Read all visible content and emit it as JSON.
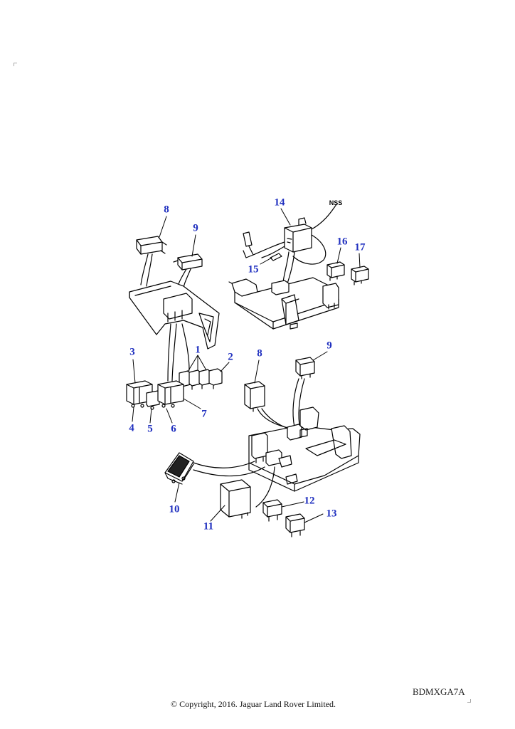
{
  "callouts": [
    "8",
    "9",
    "14",
    "NSS",
    "16",
    "17",
    "15",
    "3",
    "1",
    "2",
    "8",
    "9",
    "4",
    "5",
    "6",
    "7",
    "10",
    "11",
    "12",
    "13"
  ],
  "footer": {
    "code": "BDMXGA7A",
    "copyright": "© Copyright, 2016. Jaguar Land Rover Limited."
  }
}
